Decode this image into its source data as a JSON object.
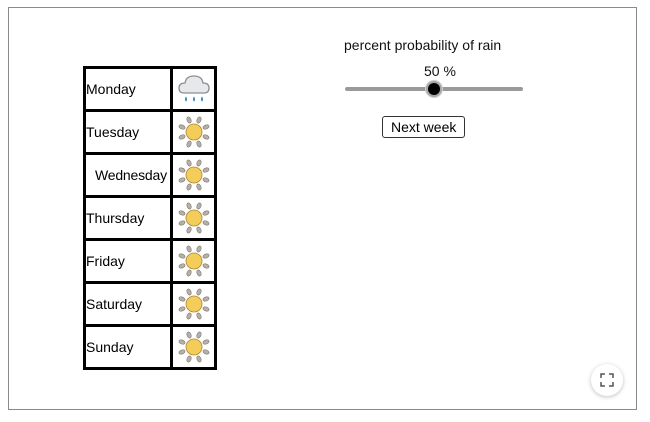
{
  "slider": {
    "title": "percent probability of rain",
    "value_text": "50 %",
    "value": 50,
    "min": 0,
    "max": 100
  },
  "button": {
    "next_week_label": "Next week"
  },
  "week": [
    {
      "day": "Monday",
      "icon": "rain-cloud-icon"
    },
    {
      "day": "Tuesday",
      "icon": "sun-icon"
    },
    {
      "day": "Wednesday",
      "icon": "sun-icon"
    },
    {
      "day": "Thursday",
      "icon": "sun-icon"
    },
    {
      "day": "Friday",
      "icon": "sun-icon"
    },
    {
      "day": "Saturday",
      "icon": "sun-icon"
    },
    {
      "day": "Sunday",
      "icon": "sun-icon"
    }
  ],
  "colors": {
    "sun": "#f3cc5a",
    "sun_ray": "#b8b0a8",
    "cloud": "#e6e8ea",
    "rain": "#4a9ed6",
    "track": "#9a9a9a"
  },
  "fullscreen_icon": "expand-icon"
}
